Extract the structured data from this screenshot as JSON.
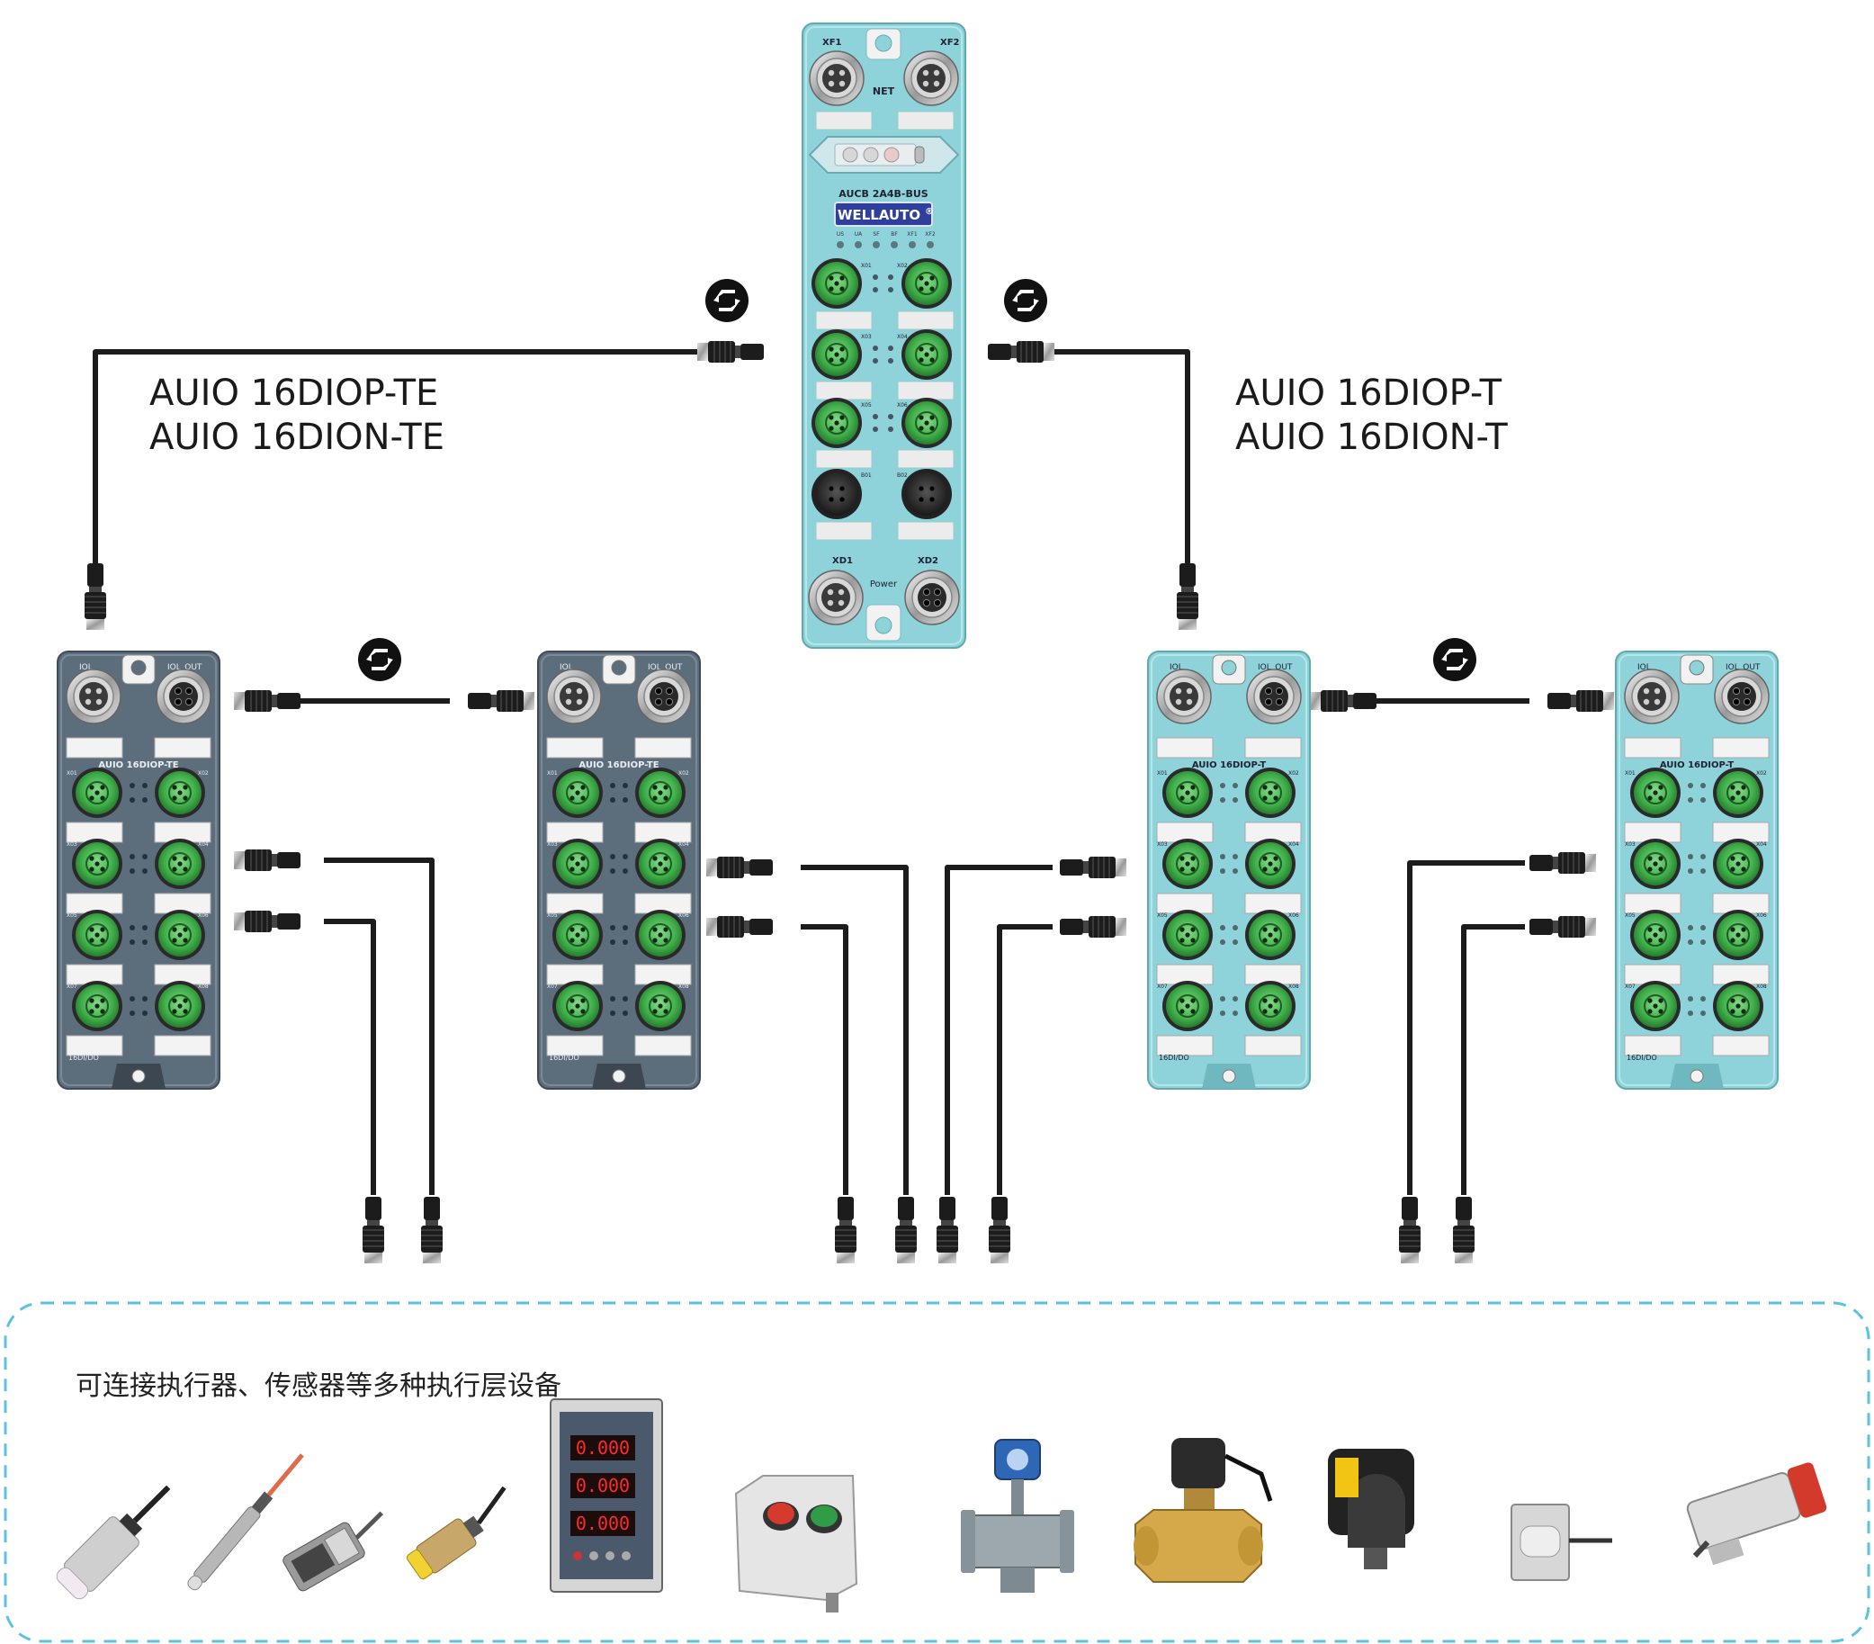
{
  "labels": {
    "left_models": [
      "AUIO 16DIOP-TE",
      "AUIO 16DION-TE"
    ],
    "right_models": [
      "AUIO 16DIOP-T",
      "AUIO 16DION-T"
    ],
    "devices_caption": "可连接执行器、传感器等多种执行层设备"
  },
  "bus_coupler": {
    "model": "AUCB 2A4B-BUS",
    "brand": "WELLAUTO",
    "brand_mark": "®",
    "net_ports": [
      "XF1",
      "XF2"
    ],
    "net_label": "NET",
    "power_ports": [
      "XD1",
      "XD2"
    ],
    "power_label": "Power",
    "led_labels": [
      "US",
      "UA",
      "SF",
      "BF",
      "XF1",
      "XF2"
    ],
    "io_ports": [
      [
        "X01",
        "X02"
      ],
      [
        "X03",
        "X04"
      ],
      [
        "X05",
        "X06"
      ],
      [
        "B01",
        "B02"
      ]
    ]
  },
  "io_modules": [
    {
      "model": "AUIO 16DIOP-TE",
      "theme": "dark",
      "footer": "16DI/DO",
      "ports": [
        "IOL",
        "IOL_OUT"
      ]
    },
    {
      "model": "AUIO 16DIOP-TE",
      "theme": "dark",
      "footer": "16DI/DO",
      "ports": [
        "IOL",
        "IOL_OUT"
      ]
    },
    {
      "model": "AUIO 16DIOP-T",
      "theme": "light",
      "footer": "16DI/DO",
      "ports": [
        "IOL",
        "IOL_OUT"
      ]
    },
    {
      "model": "AUIO 16DIOP-T",
      "theme": "light",
      "footer": "16DI/DO",
      "ports": [
        "IOL",
        "IOL_OUT"
      ]
    }
  ],
  "module_port_rows": [
    [
      "X01",
      "X02"
    ],
    [
      "X03",
      "X04"
    ],
    [
      "X05",
      "X06"
    ],
    [
      "X07",
      "X08"
    ]
  ],
  "devices": [
    {
      "icon": "inductive-sensor-icon"
    },
    {
      "icon": "cylindrical-sensor-icon"
    },
    {
      "icon": "magnetic-switch-icon"
    },
    {
      "icon": "proximity-sensor-icon"
    },
    {
      "icon": "power-meter-icon",
      "readouts": [
        "0.000",
        "0.000",
        "0.000"
      ]
    },
    {
      "icon": "push-button-box-icon"
    },
    {
      "icon": "flow-meter-icon"
    },
    {
      "icon": "solenoid-valve-icon"
    },
    {
      "icon": "photoelectric-sensor-icon"
    },
    {
      "icon": "load-cell-icon"
    },
    {
      "icon": "valve-actuator-icon"
    }
  ],
  "colors": {
    "coupler_body": "#8dd3d9",
    "dark_module": "#5c6d7c",
    "light_module": "#8dd3d9",
    "port_green": "#3fae49",
    "cable": "#1c1c1c",
    "dashed_border": "#5bc3e0",
    "brand_badge": "#2f3f9e"
  }
}
